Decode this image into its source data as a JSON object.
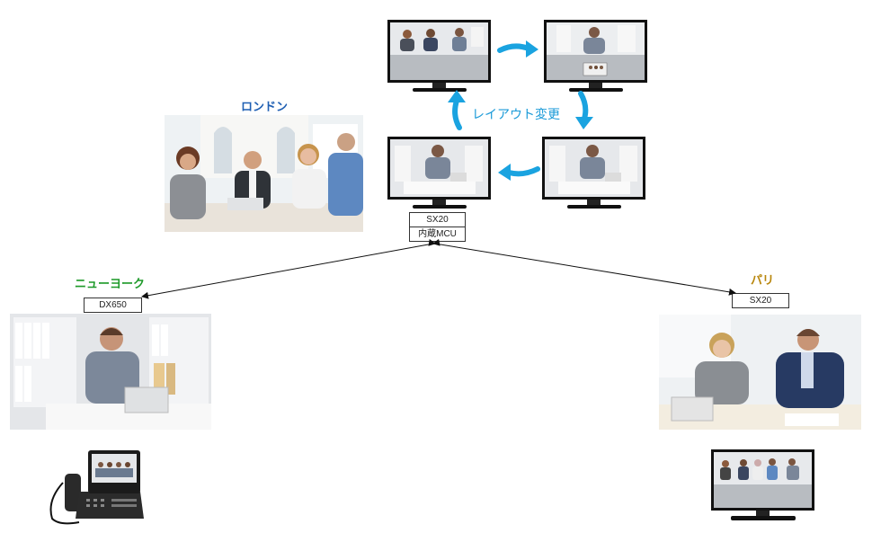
{
  "sites": {
    "london": {
      "label": "ロンドン",
      "color": "#1f5fb3"
    },
    "newyork": {
      "label": "ニューヨーク",
      "color": "#1e9a2a",
      "device": "DX650"
    },
    "paris": {
      "label": "パリ",
      "color": "#b8860b",
      "device": "SX20"
    }
  },
  "hub": {
    "device": "SX20",
    "mcu": "内蔵MCU"
  },
  "layout_change": {
    "label": "レイアウト変更",
    "arrow_color": "#1aa3e0"
  },
  "icons": {
    "tv": "tv-monitor-icon",
    "phone": "video-phone-icon",
    "cycle_arrow": "curved-arrow-icon"
  }
}
